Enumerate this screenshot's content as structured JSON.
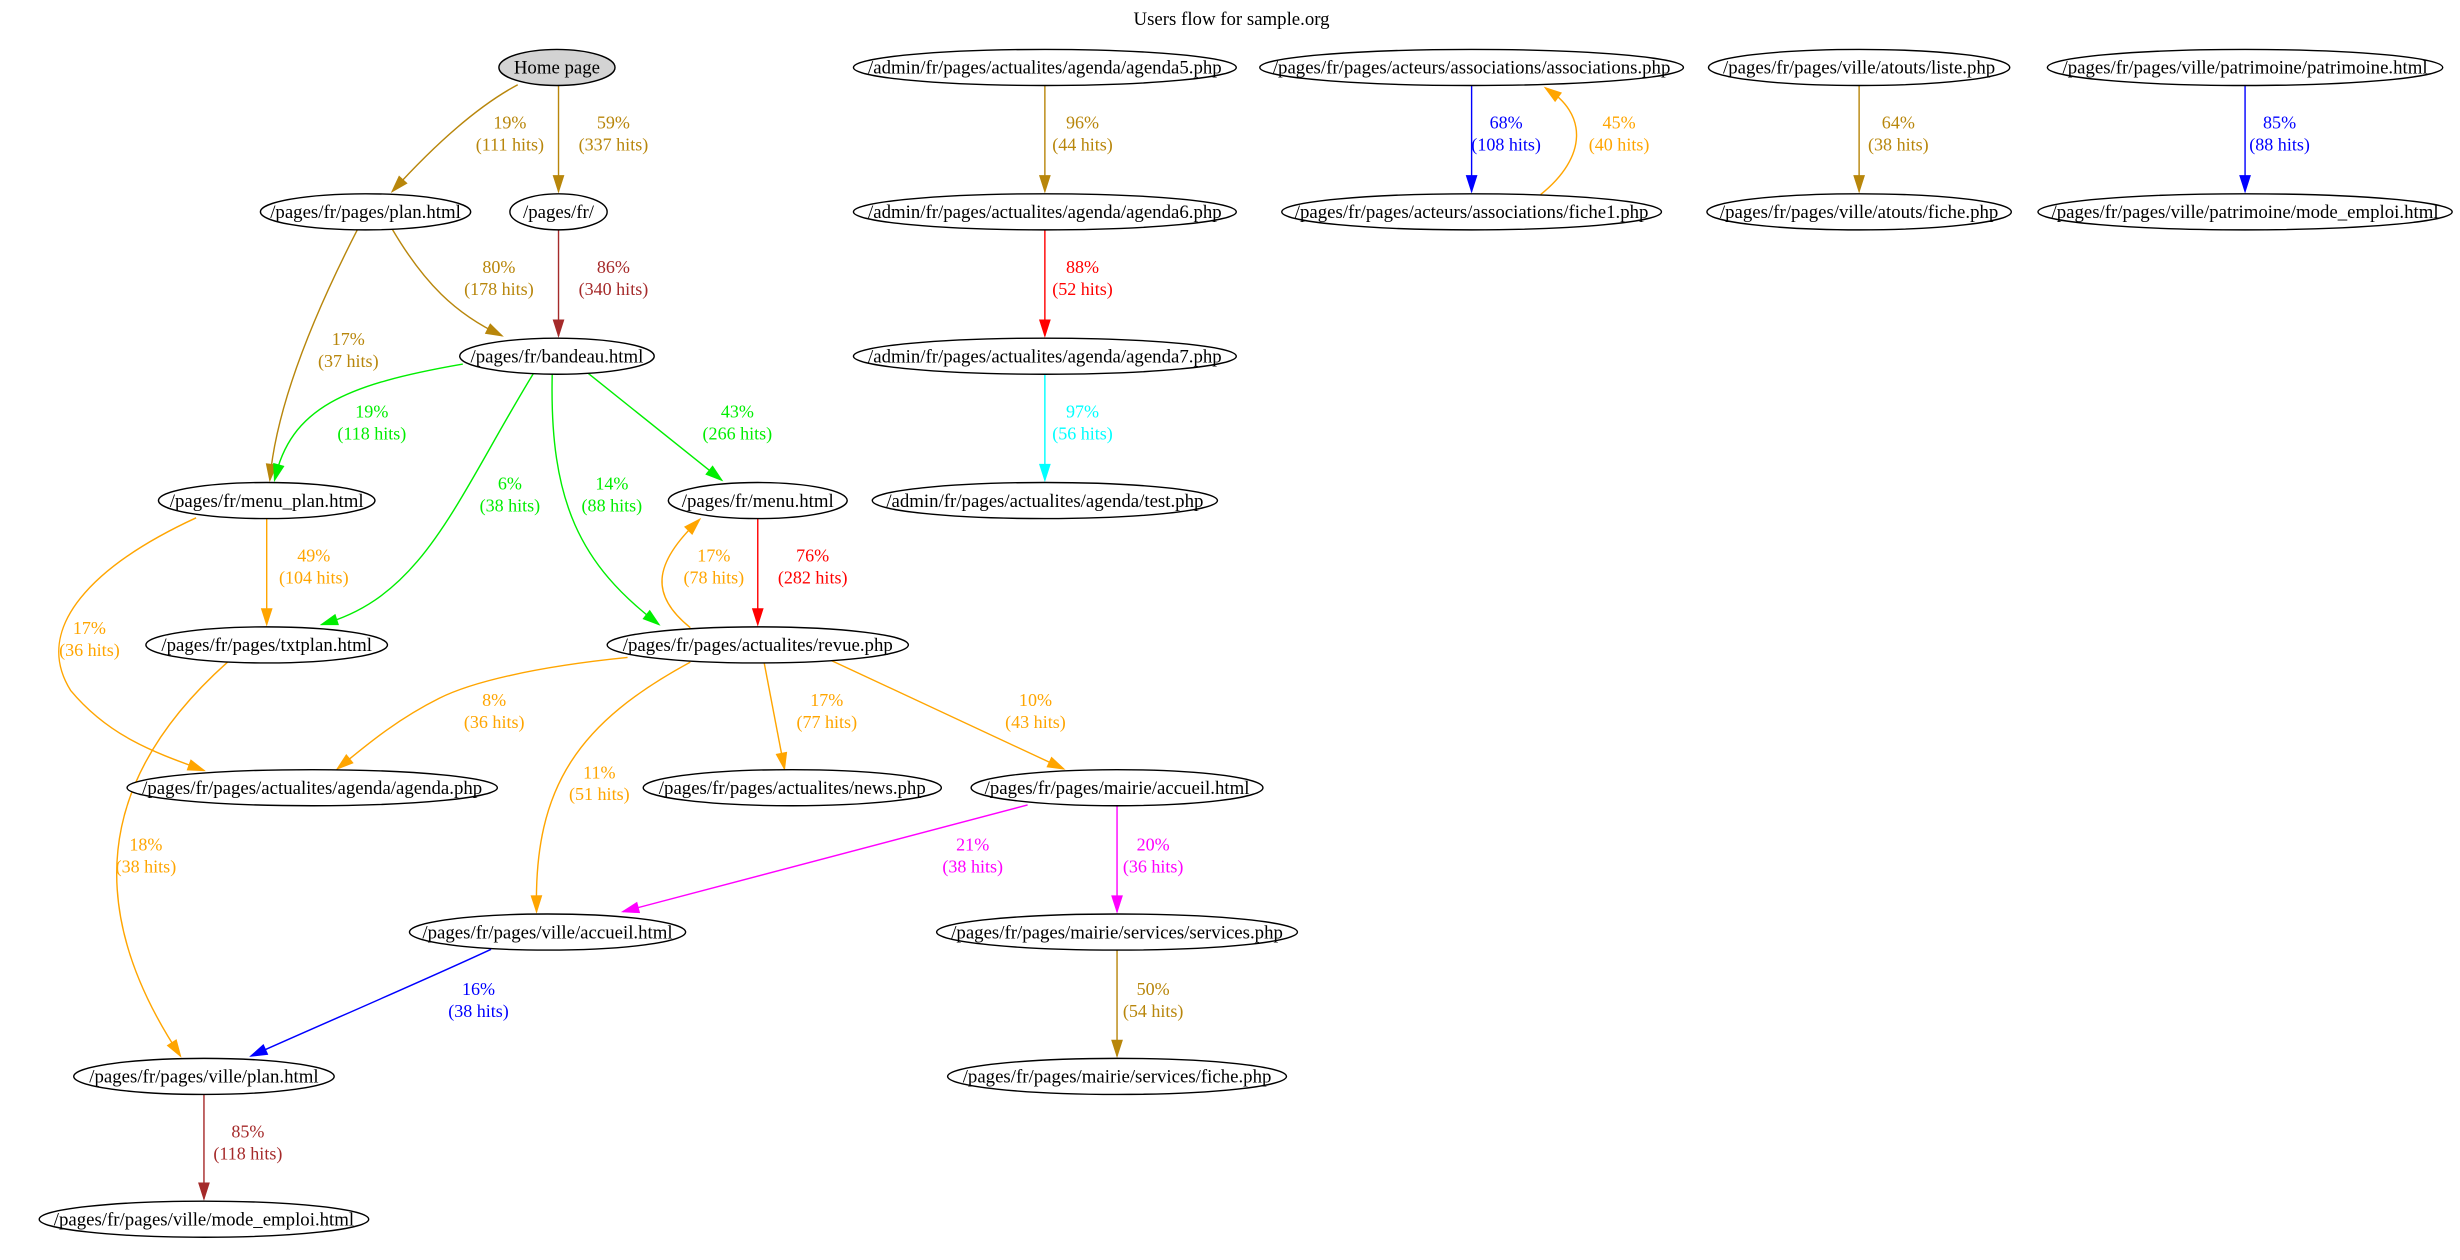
{
  "title": "Users flow for sample.org",
  "colors": {
    "darkgoldenrod": "#b8860b",
    "brown": "#a52a2a",
    "green": "#00ee00",
    "orange": "#ffa500",
    "red": "#ff0000",
    "magenta": "#ff00ff",
    "blue": "#0000ff",
    "cyan": "#00ffff",
    "start_fill": "#d3d3d3"
  },
  "nodes": [
    {
      "id": "home",
      "label": "Home page",
      "start": true
    },
    {
      "id": "plan",
      "label": "/pages/fr/pages/plan.html"
    },
    {
      "id": "fr",
      "label": "/pages/fr/"
    },
    {
      "id": "bandeau",
      "label": "/pages/fr/bandeau.html"
    },
    {
      "id": "menu_plan",
      "label": "/pages/fr/menu_plan.html"
    },
    {
      "id": "menu",
      "label": "/pages/fr/menu.html"
    },
    {
      "id": "txtplan",
      "label": "/pages/fr/pages/txtplan.html"
    },
    {
      "id": "revue",
      "label": "/pages/fr/pages/actualites/revue.php"
    },
    {
      "id": "agenda",
      "label": "/pages/fr/pages/actualites/agenda/agenda.php"
    },
    {
      "id": "news",
      "label": "/pages/fr/pages/actualites/news.php"
    },
    {
      "id": "mairie_accueil",
      "label": "/pages/fr/pages/mairie/accueil.html"
    },
    {
      "id": "ville_accueil",
      "label": "/pages/fr/pages/ville/accueil.html"
    },
    {
      "id": "services",
      "label": "/pages/fr/pages/mairie/services/services.php"
    },
    {
      "id": "ville_plan",
      "label": "/pages/fr/pages/ville/plan.html"
    },
    {
      "id": "services_fiche",
      "label": "/pages/fr/pages/mairie/services/fiche.php"
    },
    {
      "id": "ville_mode_emploi",
      "label": "/pages/fr/pages/ville/mode_emploi.html"
    },
    {
      "id": "agenda5",
      "label": "/admin/fr/pages/actualites/agenda/agenda5.php"
    },
    {
      "id": "agenda6",
      "label": "/admin/fr/pages/actualites/agenda/agenda6.php"
    },
    {
      "id": "agenda7",
      "label": "/admin/fr/pages/actualites/agenda/agenda7.php"
    },
    {
      "id": "test",
      "label": "/admin/fr/pages/actualites/agenda/test.php"
    },
    {
      "id": "associations",
      "label": "/pages/fr/pages/acteurs/associations/associations.php"
    },
    {
      "id": "fiche1",
      "label": "/pages/fr/pages/acteurs/associations/fiche1.php"
    },
    {
      "id": "liste",
      "label": "/pages/fr/pages/ville/atouts/liste.php"
    },
    {
      "id": "atouts_fiche",
      "label": "/pages/fr/pages/ville/atouts/fiche.php"
    },
    {
      "id": "patrimoine",
      "label": "/pages/fr/pages/ville/patrimoine/patrimoine.html"
    },
    {
      "id": "patrimoine_mode_emploi",
      "label": "/pages/fr/pages/ville/patrimoine/mode_emploi.html"
    }
  ],
  "edges": [
    {
      "from": "home",
      "to": "plan",
      "pct": "19%",
      "hits": "(111 hits)",
      "color": "darkgoldenrod"
    },
    {
      "from": "home",
      "to": "fr",
      "pct": "59%",
      "hits": "(337 hits)",
      "color": "darkgoldenrod"
    },
    {
      "from": "plan",
      "to": "bandeau",
      "pct": "80%",
      "hits": "(178 hits)",
      "color": "darkgoldenrod"
    },
    {
      "from": "fr",
      "to": "bandeau",
      "pct": "86%",
      "hits": "(340 hits)",
      "color": "brown"
    },
    {
      "from": "plan",
      "to": "menu_plan",
      "pct": "17%",
      "hits": "(37 hits)",
      "color": "darkgoldenrod"
    },
    {
      "from": "bandeau",
      "to": "menu_plan",
      "pct": "19%",
      "hits": "(118 hits)",
      "color": "green"
    },
    {
      "from": "bandeau",
      "to": "txtplan",
      "pct": "6%",
      "hits": "(38 hits)",
      "color": "green"
    },
    {
      "from": "bandeau",
      "to": "revue",
      "pct": "14%",
      "hits": "(88 hits)",
      "color": "green"
    },
    {
      "from": "bandeau",
      "to": "menu",
      "pct": "43%",
      "hits": "(266 hits)",
      "color": "green"
    },
    {
      "from": "menu_plan",
      "to": "txtplan",
      "pct": "49%",
      "hits": "(104 hits)",
      "color": "orange"
    },
    {
      "from": "menu_plan",
      "to": "agenda",
      "pct": "17%",
      "hits": "(36 hits)",
      "color": "orange"
    },
    {
      "from": "menu",
      "to": "revue",
      "pct": "76%",
      "hits": "(282 hits)",
      "color": "red"
    },
    {
      "from": "revue",
      "to": "menu",
      "pct": "17%",
      "hits": "(78 hits)",
      "color": "orange"
    },
    {
      "from": "txtplan",
      "to": "ville_plan",
      "pct": "18%",
      "hits": "(38 hits)",
      "color": "orange"
    },
    {
      "from": "revue",
      "to": "agenda",
      "pct": "8%",
      "hits": "(36 hits)",
      "color": "orange"
    },
    {
      "from": "revue",
      "to": "ville_accueil",
      "pct": "11%",
      "hits": "(51 hits)",
      "color": "orange"
    },
    {
      "from": "revue",
      "to": "news",
      "pct": "17%",
      "hits": "(77 hits)",
      "color": "orange"
    },
    {
      "from": "revue",
      "to": "mairie_accueil",
      "pct": "10%",
      "hits": "(43 hits)",
      "color": "orange"
    },
    {
      "from": "mairie_accueil",
      "to": "ville_accueil",
      "pct": "21%",
      "hits": "(38 hits)",
      "color": "magenta"
    },
    {
      "from": "mairie_accueil",
      "to": "services",
      "pct": "20%",
      "hits": "(36 hits)",
      "color": "magenta"
    },
    {
      "from": "ville_accueil",
      "to": "ville_plan",
      "pct": "16%",
      "hits": "(38 hits)",
      "color": "blue"
    },
    {
      "from": "services",
      "to": "services_fiche",
      "pct": "50%",
      "hits": "(54 hits)",
      "color": "darkgoldenrod"
    },
    {
      "from": "ville_plan",
      "to": "ville_mode_emploi",
      "pct": "85%",
      "hits": "(118 hits)",
      "color": "brown"
    },
    {
      "from": "agenda5",
      "to": "agenda6",
      "pct": "96%",
      "hits": "(44 hits)",
      "color": "darkgoldenrod"
    },
    {
      "from": "agenda6",
      "to": "agenda7",
      "pct": "88%",
      "hits": "(52 hits)",
      "color": "red"
    },
    {
      "from": "agenda7",
      "to": "test",
      "pct": "97%",
      "hits": "(56 hits)",
      "color": "cyan"
    },
    {
      "from": "associations",
      "to": "fiche1",
      "pct": "68%",
      "hits": "(108 hits)",
      "color": "blue"
    },
    {
      "from": "fiche1",
      "to": "associations",
      "pct": "45%",
      "hits": "(40 hits)",
      "color": "orange"
    },
    {
      "from": "liste",
      "to": "atouts_fiche",
      "pct": "64%",
      "hits": "(38 hits)",
      "color": "darkgoldenrod"
    },
    {
      "from": "patrimoine",
      "to": "patrimoine_mode_emploi",
      "pct": "85%",
      "hits": "(88 hits)",
      "color": "blue"
    }
  ]
}
